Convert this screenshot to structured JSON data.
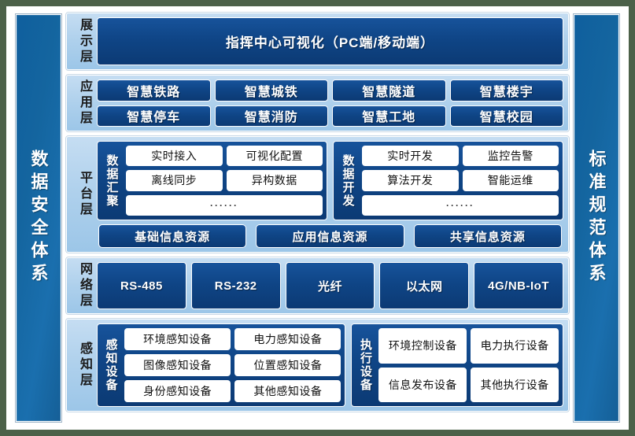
{
  "colors": {
    "page_background": "#4c6149",
    "frame_background": "#ffffff",
    "band_background": "#aed0ec",
    "pill_dark_blue": "#0f4586",
    "pillar_blue": "#14659f",
    "white_box": "#ffffff",
    "label_text": "#1b1b1b"
  },
  "left_pillar": {
    "label": "数据安全体系"
  },
  "right_pillar": {
    "label": "标准规范体系"
  },
  "layers": {
    "display": {
      "label": "展示层",
      "bar": "指挥中心可视化（PC端/移动端）"
    },
    "application": {
      "label": "应用层",
      "rows": [
        [
          "智慧铁路",
          "智慧城铁",
          "智慧隧道",
          "智慧楼宇"
        ],
        [
          "智慧停车",
          "智慧消防",
          "智慧工地",
          "智慧校园"
        ]
      ]
    },
    "platform": {
      "label": "平台层",
      "groups": [
        {
          "title": "数据汇聚",
          "rows": [
            [
              "实时接入",
              "可视化配置"
            ],
            [
              "离线同步",
              "异构数据"
            ]
          ],
          "ellipsis": "······"
        },
        {
          "title": "数据开发",
          "rows": [
            [
              "实时开发",
              "监控告警"
            ],
            [
              "算法开发",
              "智能运维"
            ]
          ],
          "ellipsis": "······"
        }
      ],
      "resources": [
        "基础信息资源",
        "应用信息资源",
        "共享信息资源"
      ]
    },
    "network": {
      "label": "网络层",
      "items": [
        "RS-485",
        "RS-232",
        "光纤",
        "以太网",
        "4G/NB-IoT"
      ]
    },
    "sense": {
      "label": "感知层",
      "groups": [
        {
          "title": "感知设备",
          "rows": [
            [
              "环境感知设备",
              "电力感知设备"
            ],
            [
              "图像感知设备",
              "位置感知设备"
            ],
            [
              "身份感知设备",
              "其他感知设备"
            ]
          ]
        },
        {
          "title": "执行设备",
          "rows": [
            [
              "环境控制设备",
              "电力执行设备"
            ],
            [
              "信息发布设备",
              "其他执行设备"
            ]
          ]
        }
      ]
    }
  }
}
